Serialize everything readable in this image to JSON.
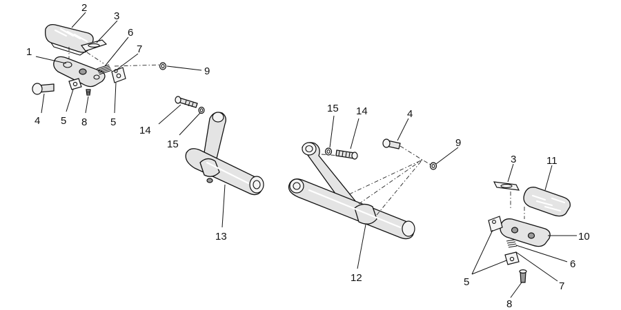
{
  "callouts": {
    "c1": "1",
    "c2": "2",
    "c3": "3",
    "c4": "4",
    "c5a": "5",
    "c5b": "5",
    "c6": "6",
    "c7": "7",
    "c8": "8",
    "c9": "9",
    "c13": "13",
    "c14": "14",
    "c15": "15",
    "c15b": "15",
    "c14b": "14",
    "c4b": "4",
    "c9b": "9",
    "c12": "12",
    "c3b": "3",
    "c11": "11",
    "c10": "10",
    "c6b": "6",
    "c5c": "5",
    "c7b": "7",
    "c8b": "8"
  }
}
